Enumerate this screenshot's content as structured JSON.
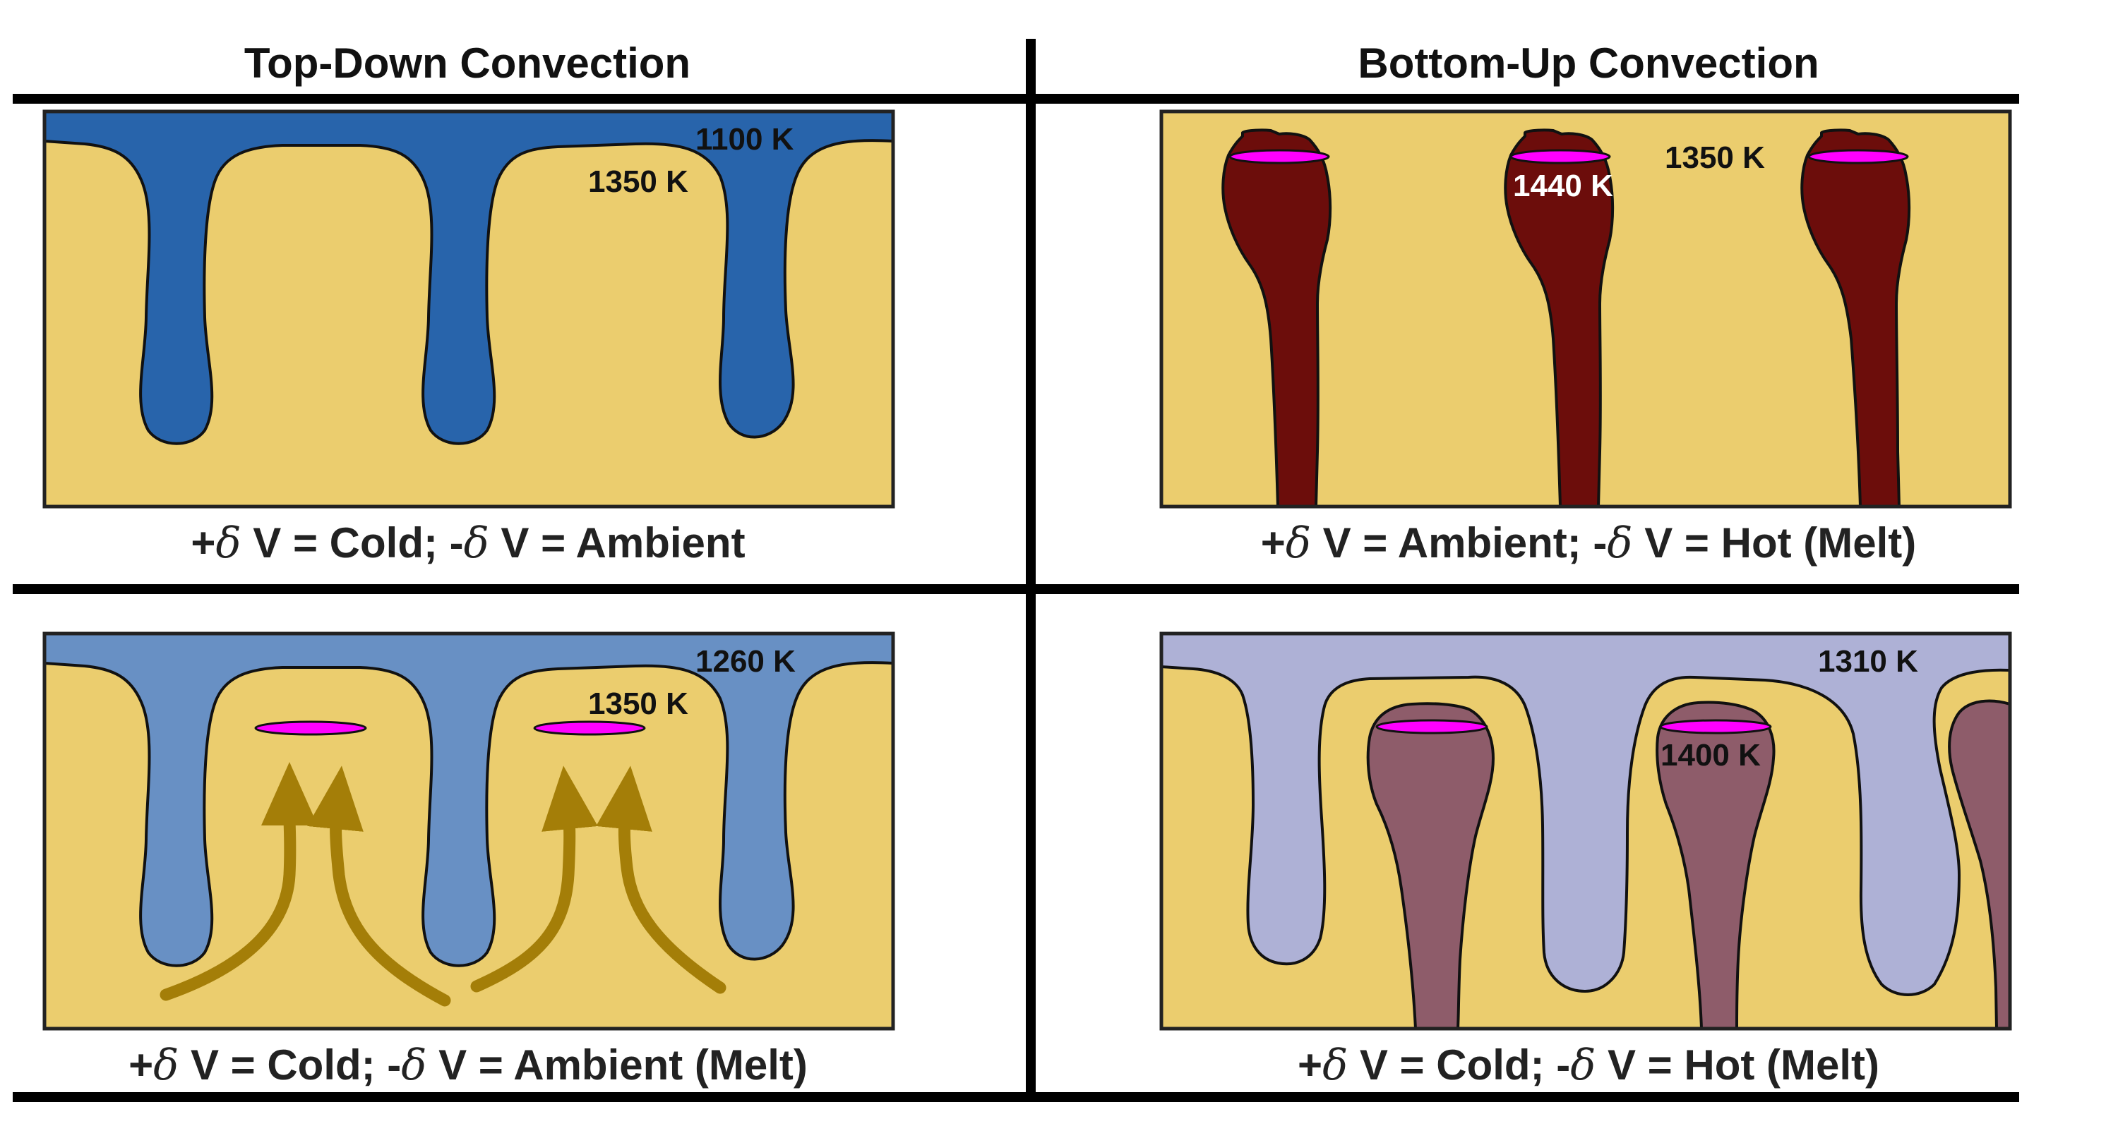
{
  "headers": {
    "left": "Top-Down Convection",
    "right": "Bottom-Up Convection"
  },
  "panels": {
    "top_left": {
      "top_temp": "1100 K",
      "ambient_temp": "1350 K",
      "caption": {
        "p1": "+",
        "delta1": "δ",
        "p2": " V = Cold; -",
        "delta2": "δ",
        "p3": " V = Ambient"
      }
    },
    "top_right": {
      "ambient_temp": "1350 K",
      "plume_temp": "1440 K",
      "caption": {
        "p1": "+",
        "delta1": "δ",
        "p2": " V = Ambient; -",
        "delta2": "δ",
        "p3": " V = Hot (Melt)"
      }
    },
    "bottom_left": {
      "top_temp": "1260 K",
      "ambient_temp": "1350 K",
      "caption": {
        "p1": "+",
        "delta1": "δ",
        "p2": " V = Cold; -",
        "delta2": "δ",
        "p3": " V = Ambient (Melt)"
      }
    },
    "bottom_right": {
      "top_temp": "1310 K",
      "plume_temp": "1400 K",
      "caption": {
        "p1": "+",
        "delta1": "δ",
        "p2": " V = Cold; -",
        "delta2": "δ",
        "p3": " V = Hot (Melt)"
      }
    }
  },
  "colors": {
    "ambient_mantle": "#ebcd6e",
    "cold_strong": "#2864ab",
    "cold_weak": "#6890c4",
    "cold_pale": "#aeb1d6",
    "hot_strong": "#6c0d0b",
    "hot_weak": "#8e5c6a",
    "melt": "#ff00ff",
    "arrow": "#a47e08"
  }
}
